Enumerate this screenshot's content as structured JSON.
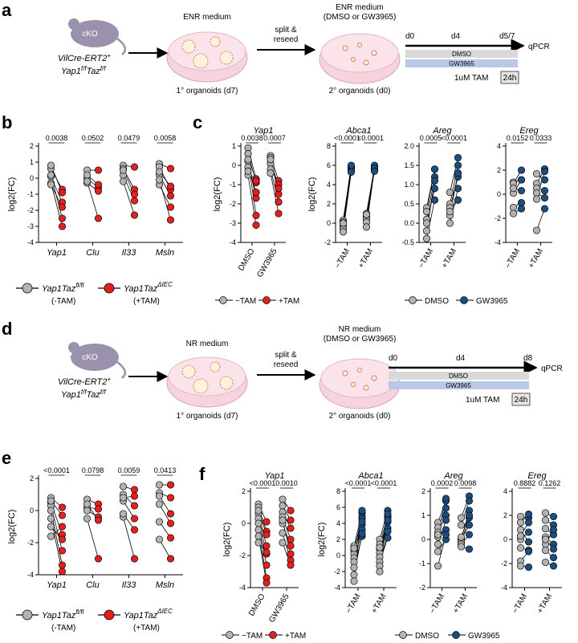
{
  "colors": {
    "gray": "#b3b3b3",
    "red": "#e41f1f",
    "blue": "#1c4e80",
    "dmso_bar": "#d9d9d9",
    "gw_bar": "#b8c8e6",
    "dish": "#f6d4de",
    "mouse": "#9a92ad"
  },
  "panel_labels": {
    "a": "a",
    "b": "b",
    "c": "c",
    "d": "d",
    "e": "e",
    "f": "f"
  },
  "schema_a": {
    "mouse_label": "cKO",
    "genotype_1": "VilCre-ERT2",
    "genotype_1_sup": "+",
    "genotype_2": "Yap1",
    "genotype_2_sup1": "f/f",
    "genotype_2_mid": "Taz",
    "genotype_2_sup2": "f/f",
    "medium_1": "ENR medium",
    "dish_1": "1° organoids (d7)",
    "split_1": "split &",
    "split_2": "reseed",
    "medium_2_1": "ENR medium",
    "medium_2_2": "(DMSO or GW3965)",
    "dish_2": "2° organoids (d0)",
    "t0": "d0",
    "t1": "d4",
    "t2": "d5/7",
    "readout": "qPCR",
    "bar_1": "DMSO",
    "bar_2": "GW3965",
    "tam": "1uM TAM",
    "tam_box": "24h"
  },
  "schema_d": {
    "mouse_label": "cKO",
    "genotype_1": "VilCre-ERT2",
    "genotype_1_sup": "+",
    "genotype_2": "Yap1",
    "genotype_2_sup1": "f/f",
    "genotype_2_mid": "Taz",
    "genotype_2_sup2": "f/f",
    "medium_1": "NR medium",
    "dish_1": "1° organoids (d7)",
    "split_1": "split &",
    "split_2": "reseed",
    "medium_2_1": "NR medium",
    "medium_2_2": "(DMSO or GW3965)",
    "dish_2": "2° organoids (d0)",
    "t0": "d0",
    "t1": "d4",
    "t2": "d8",
    "readout": "qPCR",
    "bar_1": "DMSO",
    "bar_2": "GW3965",
    "tam": "1uM TAM",
    "tam_box": "24h"
  },
  "legend_b": {
    "item1_a": "Yap1Taz",
    "item1_sup": "fl/fl",
    "item1_b": "(-TAM)",
    "item2_a": "Yap1Taz",
    "item2_sup": "ΔIEC",
    "item2_b": "(+TAM)"
  },
  "legend_c1": {
    "a": "−TAM",
    "b": "+TAM"
  },
  "legend_c2": {
    "a": "DMSO",
    "b": "GW3965"
  },
  "legend_f1": {
    "a": "−TAM",
    "b": "+TAM"
  },
  "legend_f2": {
    "a": "DMSO",
    "b": "GW3965"
  },
  "chart_data": [
    {
      "id": "b",
      "type": "scatter",
      "ylabel": "log2(FC)",
      "ylim": [
        -4,
        2
      ],
      "yticks": [
        -4,
        -3,
        -2,
        -1,
        0,
        1,
        2
      ],
      "categories": [
        "Yap1",
        "Clu",
        "Il33",
        "Msln"
      ],
      "pvalues": [
        "0.0038",
        "0.0502",
        "0.0479",
        "0.0058"
      ],
      "pairs": [
        [
          [
            0.6,
            -0.7
          ],
          [
            0.8,
            -0.9
          ],
          [
            0.1,
            -1.5
          ],
          [
            0.2,
            -2.5
          ],
          [
            -0.3,
            -3.0
          ],
          [
            -0.4,
            -1.8
          ]
        ],
        [
          [
            0.5,
            0.5
          ],
          [
            0.0,
            -0.6
          ],
          [
            0.2,
            -0.4
          ],
          [
            -0.3,
            -0.8
          ],
          [
            -0.2,
            -2.5
          ]
        ],
        [
          [
            0.8,
            0.7
          ],
          [
            0.6,
            -0.7
          ],
          [
            0.2,
            -1.4
          ],
          [
            -0.2,
            -2.3
          ],
          [
            0.5,
            -1.0
          ]
        ],
        [
          [
            0.9,
            0.6
          ],
          [
            0.7,
            -0.7
          ],
          [
            0.2,
            -1.1
          ],
          [
            -0.4,
            -1.8
          ],
          [
            -0.1,
            -2.6
          ],
          [
            0.4,
            -0.5
          ]
        ]
      ]
    },
    {
      "id": "c_yap1",
      "type": "scatter",
      "title": "Yap1",
      "ylabel": "log2(FC)",
      "ylim": [
        -4,
        1
      ],
      "yticks": [
        -4,
        -3,
        -2,
        -1,
        0,
        1
      ],
      "categories": [
        "DMSO",
        "GW3965"
      ],
      "pvalues": [
        "0.0038",
        "0.0007"
      ],
      "pairs": [
        [
          [
            0.9,
            -0.7
          ],
          [
            0.6,
            -0.9
          ],
          [
            0.2,
            -1.7
          ],
          [
            -0.1,
            -1.4
          ],
          [
            -0.5,
            -3.1
          ],
          [
            -0.3,
            -0.8
          ],
          [
            0.3,
            -2.6
          ]
        ],
        [
          [
            0.5,
            -0.8
          ],
          [
            0.4,
            -1.5
          ],
          [
            0.1,
            -1.0
          ],
          [
            -0.2,
            -1.9
          ],
          [
            -0.4,
            -2.5
          ],
          [
            0.3,
            -1.2
          ]
        ]
      ]
    },
    {
      "id": "c_abca1",
      "type": "scatter",
      "title": "Abca1",
      "ylabel": "log2(FC)",
      "ylim": [
        -2,
        8
      ],
      "yticks": [
        -2,
        0,
        2,
        4,
        6,
        8
      ],
      "categories": [
        "−TAM",
        "+TAM"
      ],
      "pvalues": [
        "<0.0001",
        "<0.0001"
      ],
      "pairs": [
        [
          [
            0.3,
            5.8
          ],
          [
            0.1,
            5.9
          ],
          [
            -0.3,
            5.7
          ],
          [
            -0.6,
            5.5
          ],
          [
            -0.9,
            5.3
          ],
          [
            0.0,
            6.0
          ]
        ],
        [
          [
            1.0,
            5.8
          ],
          [
            0.7,
            5.6
          ],
          [
            0.4,
            5.9
          ],
          [
            0.1,
            6.0
          ],
          [
            -0.4,
            5.7
          ],
          [
            0.9,
            5.4
          ]
        ]
      ]
    },
    {
      "id": "c_areg",
      "type": "scatter",
      "title": "Areg",
      "ylabel": "",
      "ylim": [
        -0.5,
        2.0
      ],
      "yticks": [
        -0.5,
        0.0,
        0.5,
        1.0,
        1.5,
        2.0
      ],
      "categories": [
        "−TAM",
        "+TAM"
      ],
      "pvalues": [
        "0.0005",
        "<0.0001"
      ],
      "pairs": [
        [
          [
            0.4,
            1.4
          ],
          [
            0.3,
            1.4
          ],
          [
            0.1,
            1.2
          ],
          [
            0.0,
            0.9
          ],
          [
            -0.2,
            1.1
          ],
          [
            -0.4,
            0.6
          ]
        ],
        [
          [
            0.8,
            1.7
          ],
          [
            0.5,
            1.5
          ],
          [
            0.4,
            1.2
          ],
          [
            0.2,
            1.3
          ],
          [
            0.0,
            0.9
          ],
          [
            0.3,
            0.6
          ]
        ]
      ]
    },
    {
      "id": "c_ereg",
      "type": "scatter",
      "title": "Ereg",
      "ylabel": "",
      "ylim": [
        -4,
        4
      ],
      "yticks": [
        -4,
        -2,
        0,
        2,
        4
      ],
      "categories": [
        "−TAM",
        "+TAM"
      ],
      "pvalues": [
        "0.0152",
        "0.0333"
      ],
      "pairs": [
        [
          [
            1.0,
            1.2
          ],
          [
            0.9,
            2.0
          ],
          [
            0.1,
            1.2
          ],
          [
            -1.1,
            -0.7
          ],
          [
            -1.6,
            -1.2
          ],
          [
            0.5,
            0.3
          ]
        ],
        [
          [
            1.7,
            1.2
          ],
          [
            0.9,
            2.1
          ],
          [
            0.5,
            0.3
          ],
          [
            0.1,
            -0.3
          ],
          [
            -0.4,
            1.9
          ],
          [
            -3.0,
            -1.2
          ]
        ]
      ]
    },
    {
      "id": "e",
      "type": "scatter",
      "ylabel": "log2(FC)",
      "ylim": [
        -4,
        2
      ],
      "yticks": [
        -4,
        -2,
        0,
        2
      ],
      "categories": [
        "Yap1",
        "Clu",
        "Il33",
        "Msln"
      ],
      "pvalues": [
        "<0.0001",
        "0.0798",
        "0.0059",
        "0.0413"
      ],
      "pairs": [
        [
          [
            0.8,
            0.2
          ],
          [
            0.5,
            -1.5
          ],
          [
            0.3,
            -2.5
          ],
          [
            0.0,
            -3.4
          ],
          [
            -0.5,
            -3.8
          ],
          [
            -1.0,
            -1.8
          ],
          [
            -1.6,
            -1.0
          ],
          [
            0.6,
            -0.3
          ]
        ],
        [
          [
            0.7,
            0.4
          ],
          [
            0.2,
            0.1
          ],
          [
            0.0,
            -0.4
          ],
          [
            -0.5,
            -3.0
          ],
          [
            0.4,
            -0.6
          ]
        ],
        [
          [
            1.5,
            1.3
          ],
          [
            1.0,
            0.3
          ],
          [
            0.6,
            -0.5
          ],
          [
            -0.4,
            -3.0
          ],
          [
            0.8,
            0.9
          ],
          [
            -0.2,
            -1.2
          ]
        ],
        [
          [
            1.6,
            1.6
          ],
          [
            1.1,
            0.8
          ],
          [
            0.4,
            -0.8
          ],
          [
            -0.7,
            -1.7
          ],
          [
            -1.8,
            -3.0
          ],
          [
            0.9,
            -0.2
          ]
        ]
      ]
    },
    {
      "id": "f_yap1",
      "type": "scatter",
      "title": "Yap1",
      "ylabel": "log2(FC)",
      "ylim": [
        -4,
        2
      ],
      "yticks": [
        -4,
        -2,
        0,
        2
      ],
      "categories": [
        "DMSO",
        "GW3965"
      ],
      "pvalues": [
        "<0.0001",
        "0.0010"
      ],
      "pairs": [
        [
          [
            1.2,
            0.1
          ],
          [
            1.0,
            -0.5
          ],
          [
            0.6,
            -1.4
          ],
          [
            0.3,
            -1.9
          ],
          [
            0.0,
            -2.6
          ],
          [
            -0.4,
            -3.4
          ],
          [
            -0.8,
            -3.7
          ],
          [
            -1.2,
            -1.8
          ],
          [
            0.8,
            -0.7
          ]
        ],
        [
          [
            1.5,
            0.8
          ],
          [
            1.1,
            0.2
          ],
          [
            0.7,
            -0.3
          ],
          [
            0.4,
            -1.0
          ],
          [
            0.0,
            -1.4
          ],
          [
            -0.6,
            -2.3
          ],
          [
            -1.2,
            -2.6
          ],
          [
            0.2,
            -1.9
          ]
        ]
      ]
    },
    {
      "id": "f_abca1",
      "type": "scatter",
      "title": "Abca1",
      "ylabel": "log2(FC)",
      "ylim": [
        -4,
        8
      ],
      "yticks": [
        -4,
        -2,
        0,
        2,
        4,
        6,
        8
      ],
      "categories": [
        "−TAM",
        "+TAM"
      ],
      "pvalues": [
        "<0.0001",
        "<0.0001"
      ],
      "pairs": [
        [
          [
            1.2,
            5.3
          ],
          [
            0.6,
            4.8
          ],
          [
            0.2,
            3.8
          ],
          [
            -0.3,
            4.6
          ],
          [
            -0.8,
            3.2
          ],
          [
            -1.5,
            2.4
          ],
          [
            -2.4,
            2.7
          ],
          [
            -3.2,
            5.6
          ],
          [
            0.9,
            4.2
          ]
        ],
        [
          [
            2.0,
            5.6
          ],
          [
            1.4,
            4.9
          ],
          [
            0.8,
            4.2
          ],
          [
            0.3,
            3.4
          ],
          [
            -0.2,
            4.7
          ],
          [
            -0.8,
            2.2
          ],
          [
            -1.3,
            3.0
          ],
          [
            -2.0,
            5.2
          ],
          [
            1.0,
            4.4
          ]
        ]
      ]
    },
    {
      "id": "f_areg",
      "type": "scatter",
      "title": "Areg",
      "ylabel": "",
      "ylim": [
        -2,
        2
      ],
      "yticks": [
        -2,
        -1,
        0,
        1,
        2
      ],
      "categories": [
        "−TAM",
        "+TAM"
      ],
      "pvalues": [
        "0.0002",
        "0.0098"
      ],
      "pairs": [
        [
          [
            0.7,
            1.6
          ],
          [
            0.5,
            1.3
          ],
          [
            0.3,
            1.0
          ],
          [
            0.1,
            0.4
          ],
          [
            -0.2,
            0.8
          ],
          [
            -0.5,
            0.0
          ],
          [
            -1.1,
            0.2
          ],
          [
            0.2,
            1.7
          ]
        ],
        [
          [
            0.9,
            1.8
          ],
          [
            0.6,
            1.6
          ],
          [
            0.0,
            1.2
          ],
          [
            0.0,
            0.6
          ],
          [
            -0.1,
            0.9
          ],
          [
            -0.2,
            0.2
          ],
          [
            -0.3,
            -0.4
          ],
          [
            0.1,
            1.0
          ]
        ]
      ]
    },
    {
      "id": "f_ereg",
      "type": "scatter",
      "title": "Ereg",
      "ylabel": "",
      "ylim": [
        -4,
        4
      ],
      "yticks": [
        -4,
        -2,
        0,
        2,
        4
      ],
      "categories": [
        "−TAM",
        "+TAM"
      ],
      "pvalues": [
        "0.8882",
        "0.1262"
      ],
      "pairs": [
        [
          [
            1.9,
            1.8
          ],
          [
            1.4,
            2.1
          ],
          [
            0.8,
            -0.2
          ],
          [
            0.0,
            0.6
          ],
          [
            -0.7,
            -0.9
          ],
          [
            -1.8,
            -1.0
          ],
          [
            -2.2,
            -2.3
          ],
          [
            0.3,
            1.4
          ]
        ],
        [
          [
            2.2,
            1.9
          ],
          [
            1.6,
            1.2
          ],
          [
            0.9,
            0.4
          ],
          [
            0.2,
            -0.4
          ],
          [
            -0.4,
            0.8
          ],
          [
            -0.9,
            -1.5
          ],
          [
            -1.9,
            -2.2
          ],
          [
            0.0,
            -0.8
          ]
        ]
      ]
    }
  ]
}
